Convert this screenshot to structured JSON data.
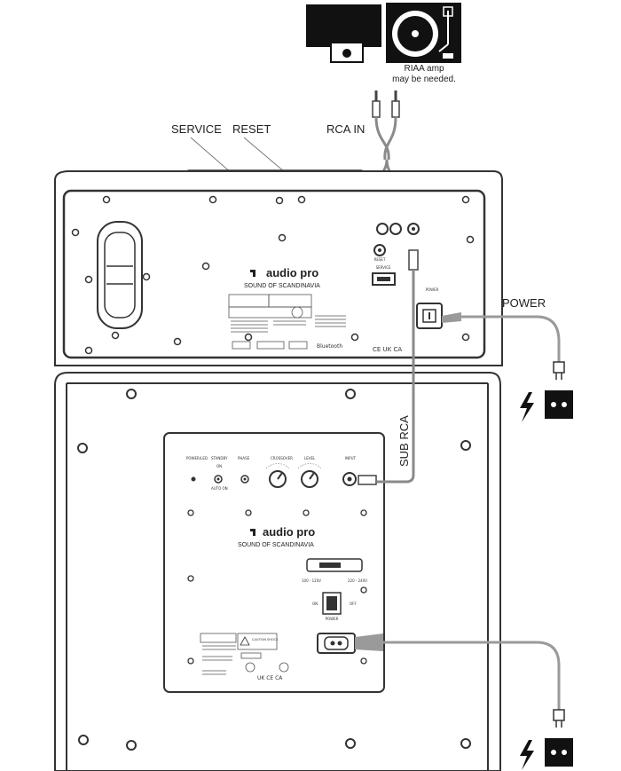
{
  "callouts": {
    "service": "SERVICE",
    "reset": "RESET",
    "rca_in": "RCA IN",
    "power": "POWER",
    "sub_rca": "SUB RCA",
    "riaa_line1": "RIAA amp",
    "riaa_line2": "may be needed."
  },
  "top_unit": {
    "brand": "audio pro",
    "tagline": "SOUND OF SCANDINAVIA",
    "jack_label_service": "SERVICE",
    "jack_label_reset": "RESET",
    "jack_label_power": "POWER",
    "bluetooth": "Bluetooth",
    "marks": "CE UK CA"
  },
  "subwoofer": {
    "brand": "audio pro",
    "tagline": "SOUND OF SCANDINAVIA",
    "knob_label_crossover": "CROSSOVER",
    "knob_label_level": "LEVEL",
    "label_input": "INPUT",
    "label_phase": "PHASE",
    "label_standby": "STANDBY",
    "label_power_switch": "POWER",
    "label_on": "ON",
    "label_off": "OFF",
    "label_auto_on": "AUTO ON",
    "label_powerled": "POWER/LED",
    "voltage_left": "100 - 120V",
    "voltage_right": "220 - 240V",
    "caution": "CAUTION  SHOCK",
    "marks": "UK CE CA"
  }
}
